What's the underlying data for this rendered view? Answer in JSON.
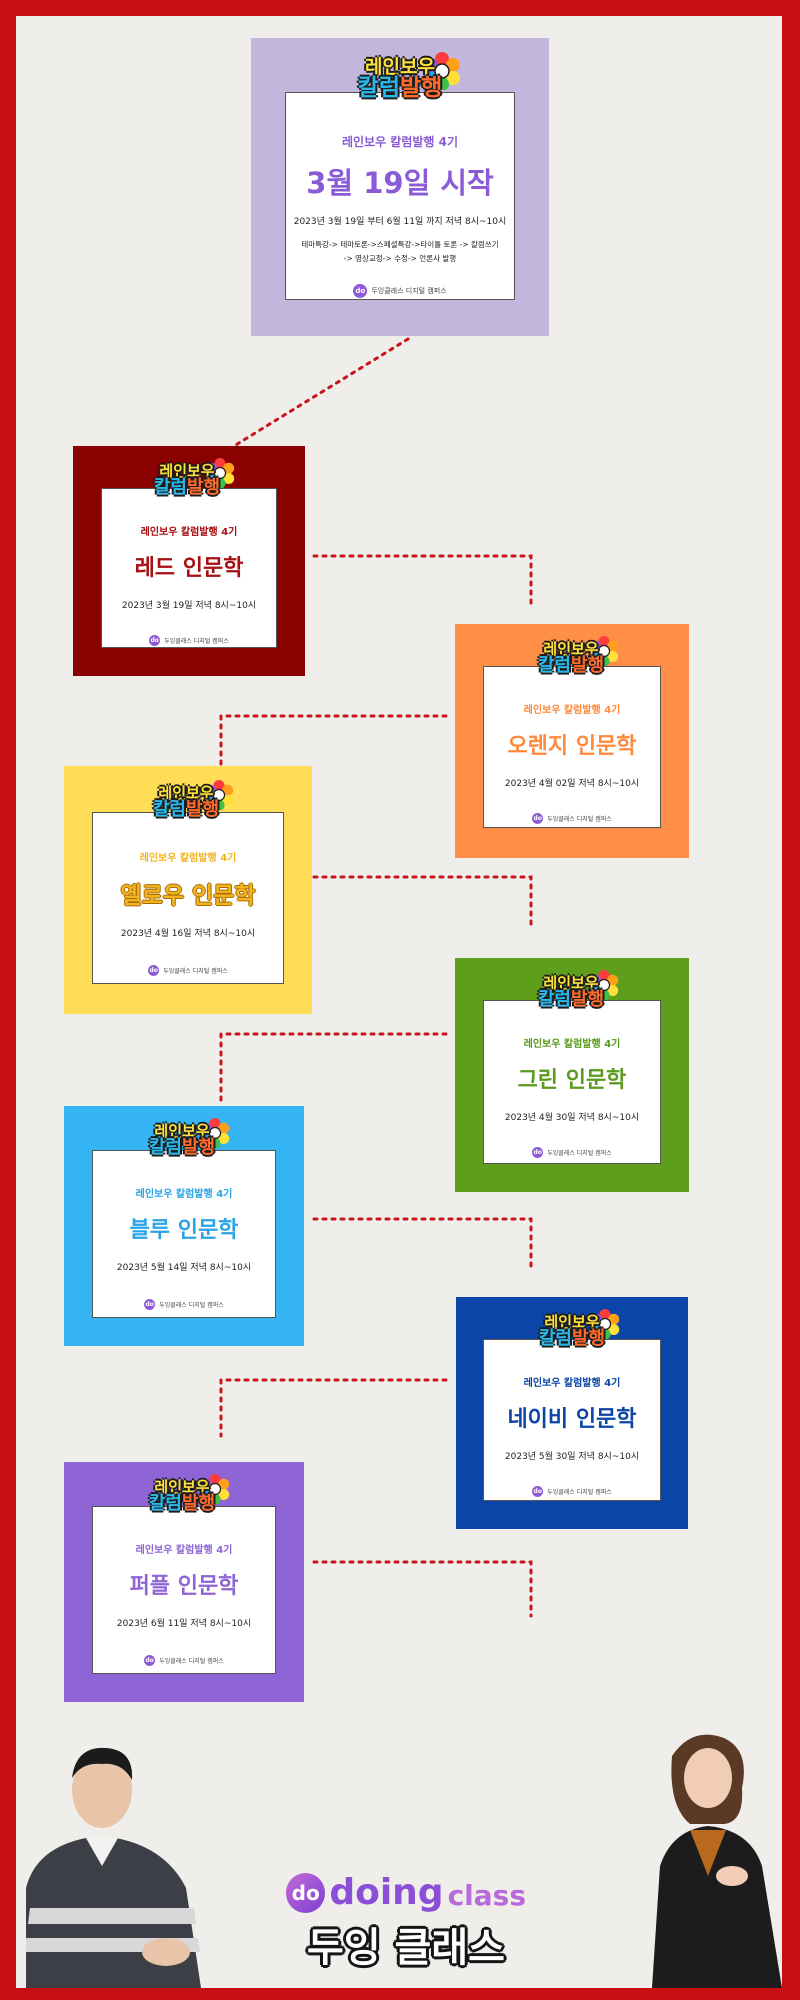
{
  "logo": {
    "line1": "레인보우",
    "line2a": "칼럼",
    "line2b": "발행"
  },
  "brand_name": "두잉클래스 디지털 캠퍼스",
  "brand_mark": "do",
  "main_card": {
    "subtitle": "레인보우 칼럼발행 4기",
    "title": "3월 19일 시작",
    "date": "2023년 3월 19일 부터 6월 11일 까지 저녁 8시~10시",
    "flow1": "테마특강-> 테마토론->스페셜특강->타이틀 토론 -> 칼럼쓰기",
    "flow2": "-> 영상교정-> 수정-> 언론사 발행",
    "bg": "#c3b6dd",
    "accent": "#8a5bd6"
  },
  "cards": [
    {
      "subtitle": "레인보우 칼럼발행 4기",
      "title": "레드 인문학",
      "date": "2023년 3월 19일 저녁 8시~10시",
      "bg": "#8b0000",
      "accent": "#a80f12"
    },
    {
      "subtitle": "레인보우 칼럼발행 4기",
      "title": "오렌지 인문학",
      "date": "2023년 4월 02일 저녁 8시~10시",
      "bg": "#ff8f47",
      "accent": "#ff8a3c"
    },
    {
      "subtitle": "레인보우 칼럼발행 4기",
      "title": "옐로우 인문학",
      "date": "2023년 4월 16일 저녁 8시~10시",
      "bg": "#ffdd57",
      "accent": "#f3b421"
    },
    {
      "subtitle": "레인보우 칼럼발행 4기",
      "title": "그린 인문학",
      "date": "2023년 4월 30일 저녁 8시~10시",
      "bg": "#5f9e1a",
      "accent": "#5a9a1c"
    },
    {
      "subtitle": "레인보우 칼럼발행 4기",
      "title": "블루 인문학",
      "date": "2023년 5월 14일 저녁 8시~10시",
      "bg": "#35b5f4",
      "accent": "#2aa4e6"
    },
    {
      "subtitle": "레인보우 칼럼발행 4기",
      "title": "네이비 인문학",
      "date": "2023년 5월 30일 저녁 8시~10시",
      "bg": "#0b45a8",
      "accent": "#0b46a8"
    },
    {
      "subtitle": "레인보우 칼럼발행 4기",
      "title": "퍼플 인문학",
      "date": "2023년 6월 11일 저녁 8시~10시",
      "bg": "#8f65d6",
      "accent": "#8f65d6"
    }
  ],
  "footer": {
    "logo_mark": "do",
    "logo_word": "doing",
    "logo_suffix": "class",
    "title": "두잉 클래스"
  },
  "colors": {
    "frame": "#c80f14",
    "canvas": "#efeeeb",
    "dotted": "#c8141a"
  }
}
